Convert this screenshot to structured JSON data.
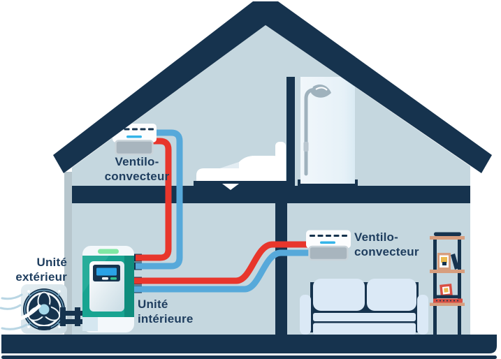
{
  "diagram": {
    "subject": "heat-pump-house-cross-section",
    "labels": {
      "fan_coil_upper": {
        "line1": "Ventilo-",
        "line2": "convecteur"
      },
      "fan_coil_lower": {
        "line1": "Ventilo-",
        "line2": "convecteur"
      },
      "outdoor_unit": {
        "line1": "Unité",
        "line2": "extérieur"
      },
      "indoor_unit": {
        "line1": "Unité",
        "line2": "intérieure"
      }
    },
    "icons": {
      "fan": "fan-icon",
      "shower": "shower-head-icon",
      "display": "control-display-icon"
    },
    "colors": {
      "navy": "#16334e",
      "text": "#1e3d5e",
      "room": "#c5d7df",
      "wall_gray": "#b7c6cd",
      "pipe_hot": "#e8362c",
      "pipe_cold": "#57a9da",
      "unit_teal": "#18a491",
      "unit_teal_dark": "#0f8d7d",
      "indicator_mint": "#80e7a3",
      "screen_blue": "#2aa2e6",
      "vent_cyan": "#35b4e8",
      "grille_gray": "#a8b5be",
      "shelf_tan": "#d79e7e",
      "book_red": "#d94f43",
      "fan_hub_blue": "#a5d7e8",
      "sofa_light": "#dbe9f6",
      "shower_light": "#edf5fa"
    }
  }
}
